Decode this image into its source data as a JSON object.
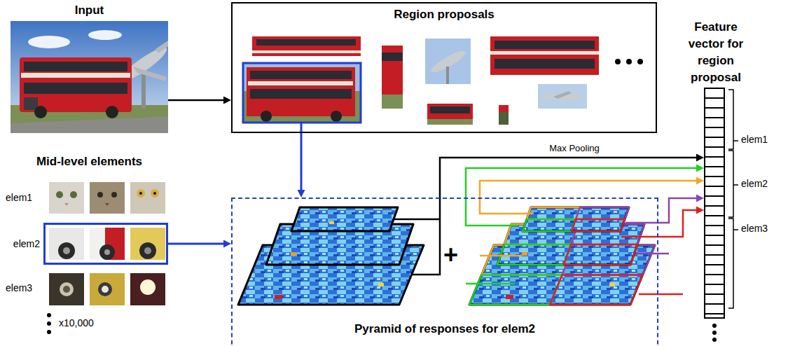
{
  "diagram": {
    "nodes": [
      {
        "text": [
          "Input"
        ]
      },
      {
        "text": [
          "Region proposals"
        ]
      },
      {
        "text": [
          "Feature vector for region proposal"
        ]
      },
      {
        "text": [
          "elem2"
        ]
      },
      {
        "text": [
          "Pyramid of responses for elem2"
        ]
      }
    ],
    "edges": [
      {
        "from": 0,
        "to": 1,
        "arrow": "to"
      },
      {
        "from": 1,
        "to": 4,
        "arrow": "to"
      },
      {
        "from": 3,
        "to": 4,
        "arrow": "to"
      },
      {
        "from": 4,
        "to": 2,
        "arrow": "to",
        "label": "Max Pooling"
      }
    ],
    "labels": [
      "Mid-level elements",
      "elem1",
      "elem3",
      "x10,000",
      "+",
      "elem1",
      "elem2",
      "elem3"
    ]
  }
}
